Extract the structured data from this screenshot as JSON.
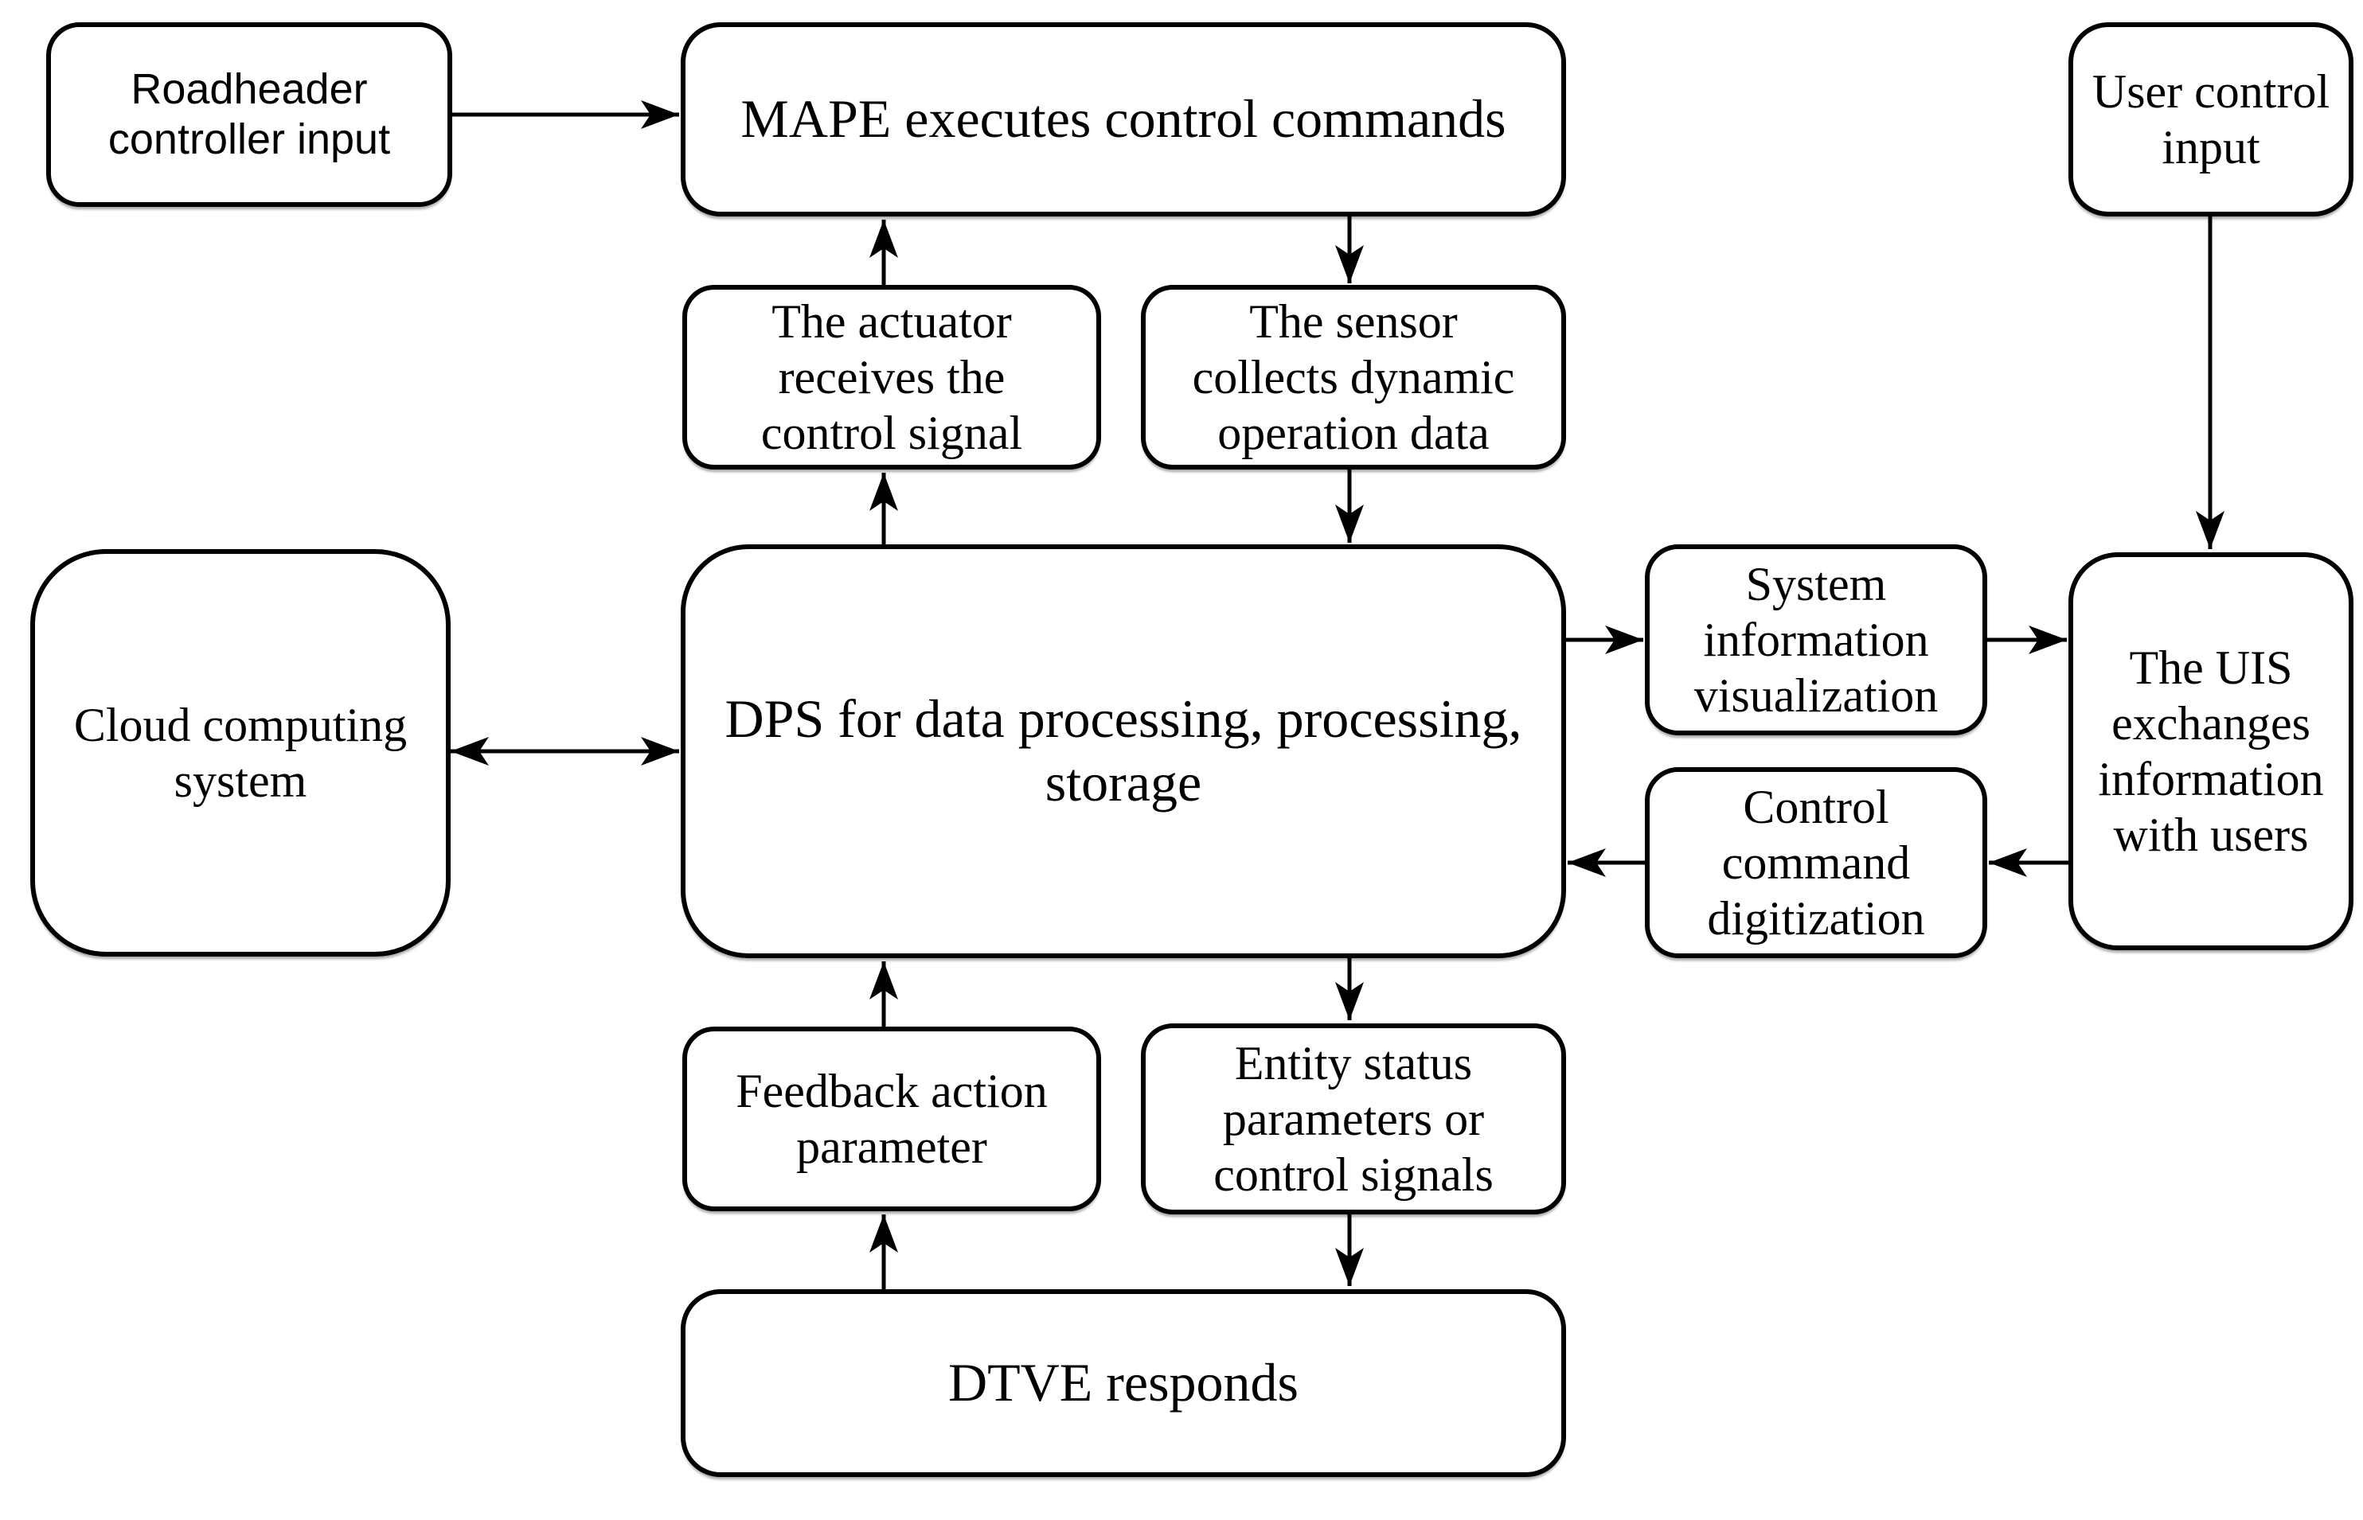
{
  "colors": {
    "background": "#ffffff",
    "box_fill": "#ffffff",
    "stroke": "#000000",
    "text": "#000000"
  },
  "nodes": {
    "roadheader": {
      "label": "Roadheader\ncontroller input"
    },
    "mape": {
      "label": "MAPE executes control commands"
    },
    "actuator": {
      "label": "The actuator\nreceives the\ncontrol signal"
    },
    "sensor": {
      "label": "The sensor\ncollects dynamic\noperation data"
    },
    "cloud": {
      "label": "Cloud computing\nsystem"
    },
    "dps": {
      "label": "DPS for data processing, processing,\nstorage"
    },
    "sysviz": {
      "label": "System\ninformation\nvisualization"
    },
    "cmddigit": {
      "label": "Control\ncommand\ndigitization"
    },
    "uis": {
      "label": "The UIS\nexchanges\ninformation\nwith users"
    },
    "userinput": {
      "label": "User control\ninput"
    },
    "feedback": {
      "label": "Feedback action\nparameter"
    },
    "entity": {
      "label": "Entity status\nparameters or\ncontrol signals"
    },
    "dtve": {
      "label": "DTVE responds"
    }
  },
  "edges": [
    {
      "from": "roadheader",
      "to": "mape",
      "bidirectional": false
    },
    {
      "from": "actuator",
      "to": "mape",
      "bidirectional": false
    },
    {
      "from": "mape",
      "to": "sensor",
      "bidirectional": false
    },
    {
      "from": "dps",
      "to": "actuator",
      "bidirectional": false
    },
    {
      "from": "sensor",
      "to": "dps",
      "bidirectional": false
    },
    {
      "from": "cloud",
      "to": "dps",
      "bidirectional": true
    },
    {
      "from": "dps",
      "to": "sysviz",
      "bidirectional": false
    },
    {
      "from": "sysviz",
      "to": "uis",
      "bidirectional": false
    },
    {
      "from": "uis",
      "to": "cmddigit",
      "bidirectional": false
    },
    {
      "from": "cmddigit",
      "to": "dps",
      "bidirectional": false
    },
    {
      "from": "userinput",
      "to": "uis",
      "bidirectional": false
    },
    {
      "from": "feedback",
      "to": "dps",
      "bidirectional": false
    },
    {
      "from": "dps",
      "to": "entity",
      "bidirectional": false
    },
    {
      "from": "dtve",
      "to": "feedback",
      "bidirectional": false
    },
    {
      "from": "entity",
      "to": "dtve",
      "bidirectional": false
    }
  ]
}
